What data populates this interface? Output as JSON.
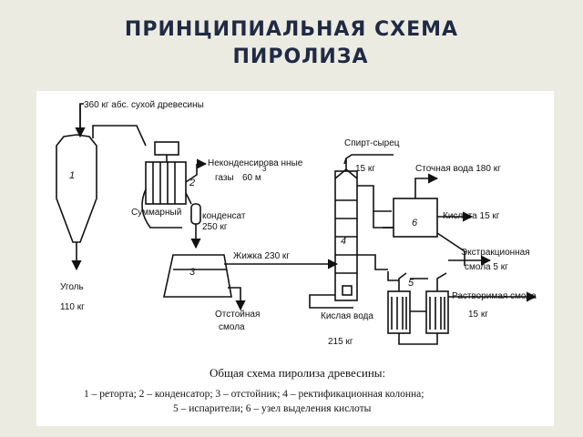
{
  "title": {
    "line1": "ПРИНЦИПИАЛЬНАЯ СХЕМА",
    "line2": "ПИРОЛИЗА"
  },
  "diagram": {
    "input_wood": "360 кг абс. сухой древесины",
    "unit_1": "1",
    "unit_2": "2",
    "unit_3": "3",
    "unit_4": "4",
    "unit_5": "5",
    "unit_6": "6",
    "noncond_gases_1": "Неконденсирова нные",
    "noncond_gases_2": "газы",
    "gas_volume": "60 м",
    "gas_volume_sup": "3",
    "sum_condensate_a": "Суммарный",
    "sum_condensate_b": "конденсат",
    "sum_condensate_c": "250 кг",
    "liquor": "Жижка 230 кг",
    "coal_1": "Уголь",
    "coal_2": "110 кг",
    "settled_resin_1": "Отстойная",
    "settled_resin_2": "смола",
    "raw_spirit": "Спирт-сырец",
    "raw_spirit_mass": "15 кг",
    "waste_water": "Сточная вода 180 кг",
    "acid": "Кислота 15 кг",
    "extraction_resin_1": "Экстракционная",
    "extraction_resin_2": "смола 5 кг",
    "soluble_resin": "Растворимая смола",
    "soluble_resin_mass": "15 кг",
    "acid_water": "Кислая вода",
    "acid_water_mass": "215 кг"
  },
  "caption": {
    "title": "Общая схема пиролиза древесины:",
    "line1": "1 – реторта; 2 – конденсатор; 3 – отстойник; 4 – ректификационная колонна;",
    "line2": "5 – испарители;   6 – узел выделения кислоты"
  }
}
